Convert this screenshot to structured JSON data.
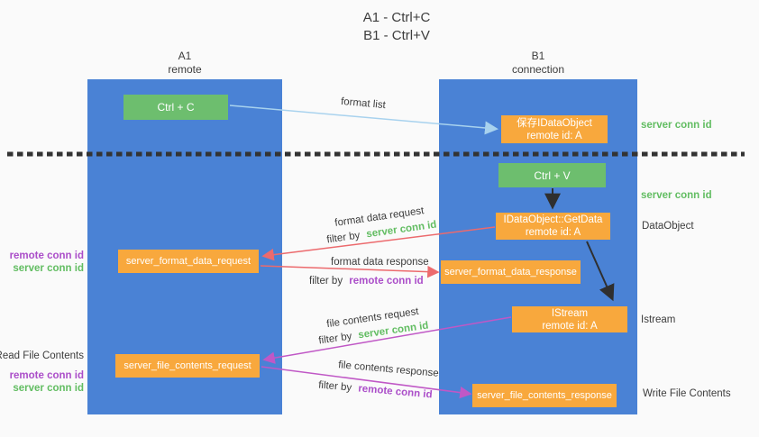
{
  "title": {
    "line1": "A1 - Ctrl+C",
    "line2": "B1 - Ctrl+V"
  },
  "lanes": {
    "left": {
      "name": "A1",
      "subtitle": "remote"
    },
    "right": {
      "name": "B1",
      "subtitle": "connection"
    }
  },
  "boxes": {
    "ctrl_c": "Ctrl + C",
    "ctrl_v": "Ctrl + V",
    "save_dataobject": {
      "line1": "保存IDataObject",
      "line2": "remote id: A"
    },
    "getdata": {
      "line1": "IDataObject::GetData",
      "line2": "remote id: A"
    },
    "istream": {
      "line1": "IStream",
      "line2": "remote id: A"
    },
    "format_request": "server_format_data_request",
    "format_response": "server_format_data_response",
    "file_request": "server_file_contents_request",
    "file_response": "server_file_contents_response"
  },
  "terms": {
    "filter_by": "filter by",
    "server_conn_id": "server conn id",
    "remote_conn_id": "remote conn id"
  },
  "flow_labels": {
    "format_list": "format list",
    "format_data_request": "format data request",
    "format_data_response": "format data response",
    "file_contents_request": "file contents request",
    "file_contents_response": "file contents response"
  },
  "side_labels": {
    "read_file_contents": "Read File Contents",
    "write_file_contents": "Write File Contents",
    "dataobject": "DataObject",
    "istream": "Istream"
  },
  "colors": {
    "lane_blue": "#4a82d5",
    "box_green": "#6dbe6e",
    "box_orange": "#f8a83d",
    "arrow_salmon": "#ec6a6d",
    "arrow_magenta": "#c058c6",
    "arrow_lightblue": "#a8d2ee",
    "arrow_black": "#2f2f2f",
    "text_green": "#62bd62",
    "text_purple": "#ab4ec9",
    "separator_black": "#333333",
    "background": "#fafafa"
  }
}
